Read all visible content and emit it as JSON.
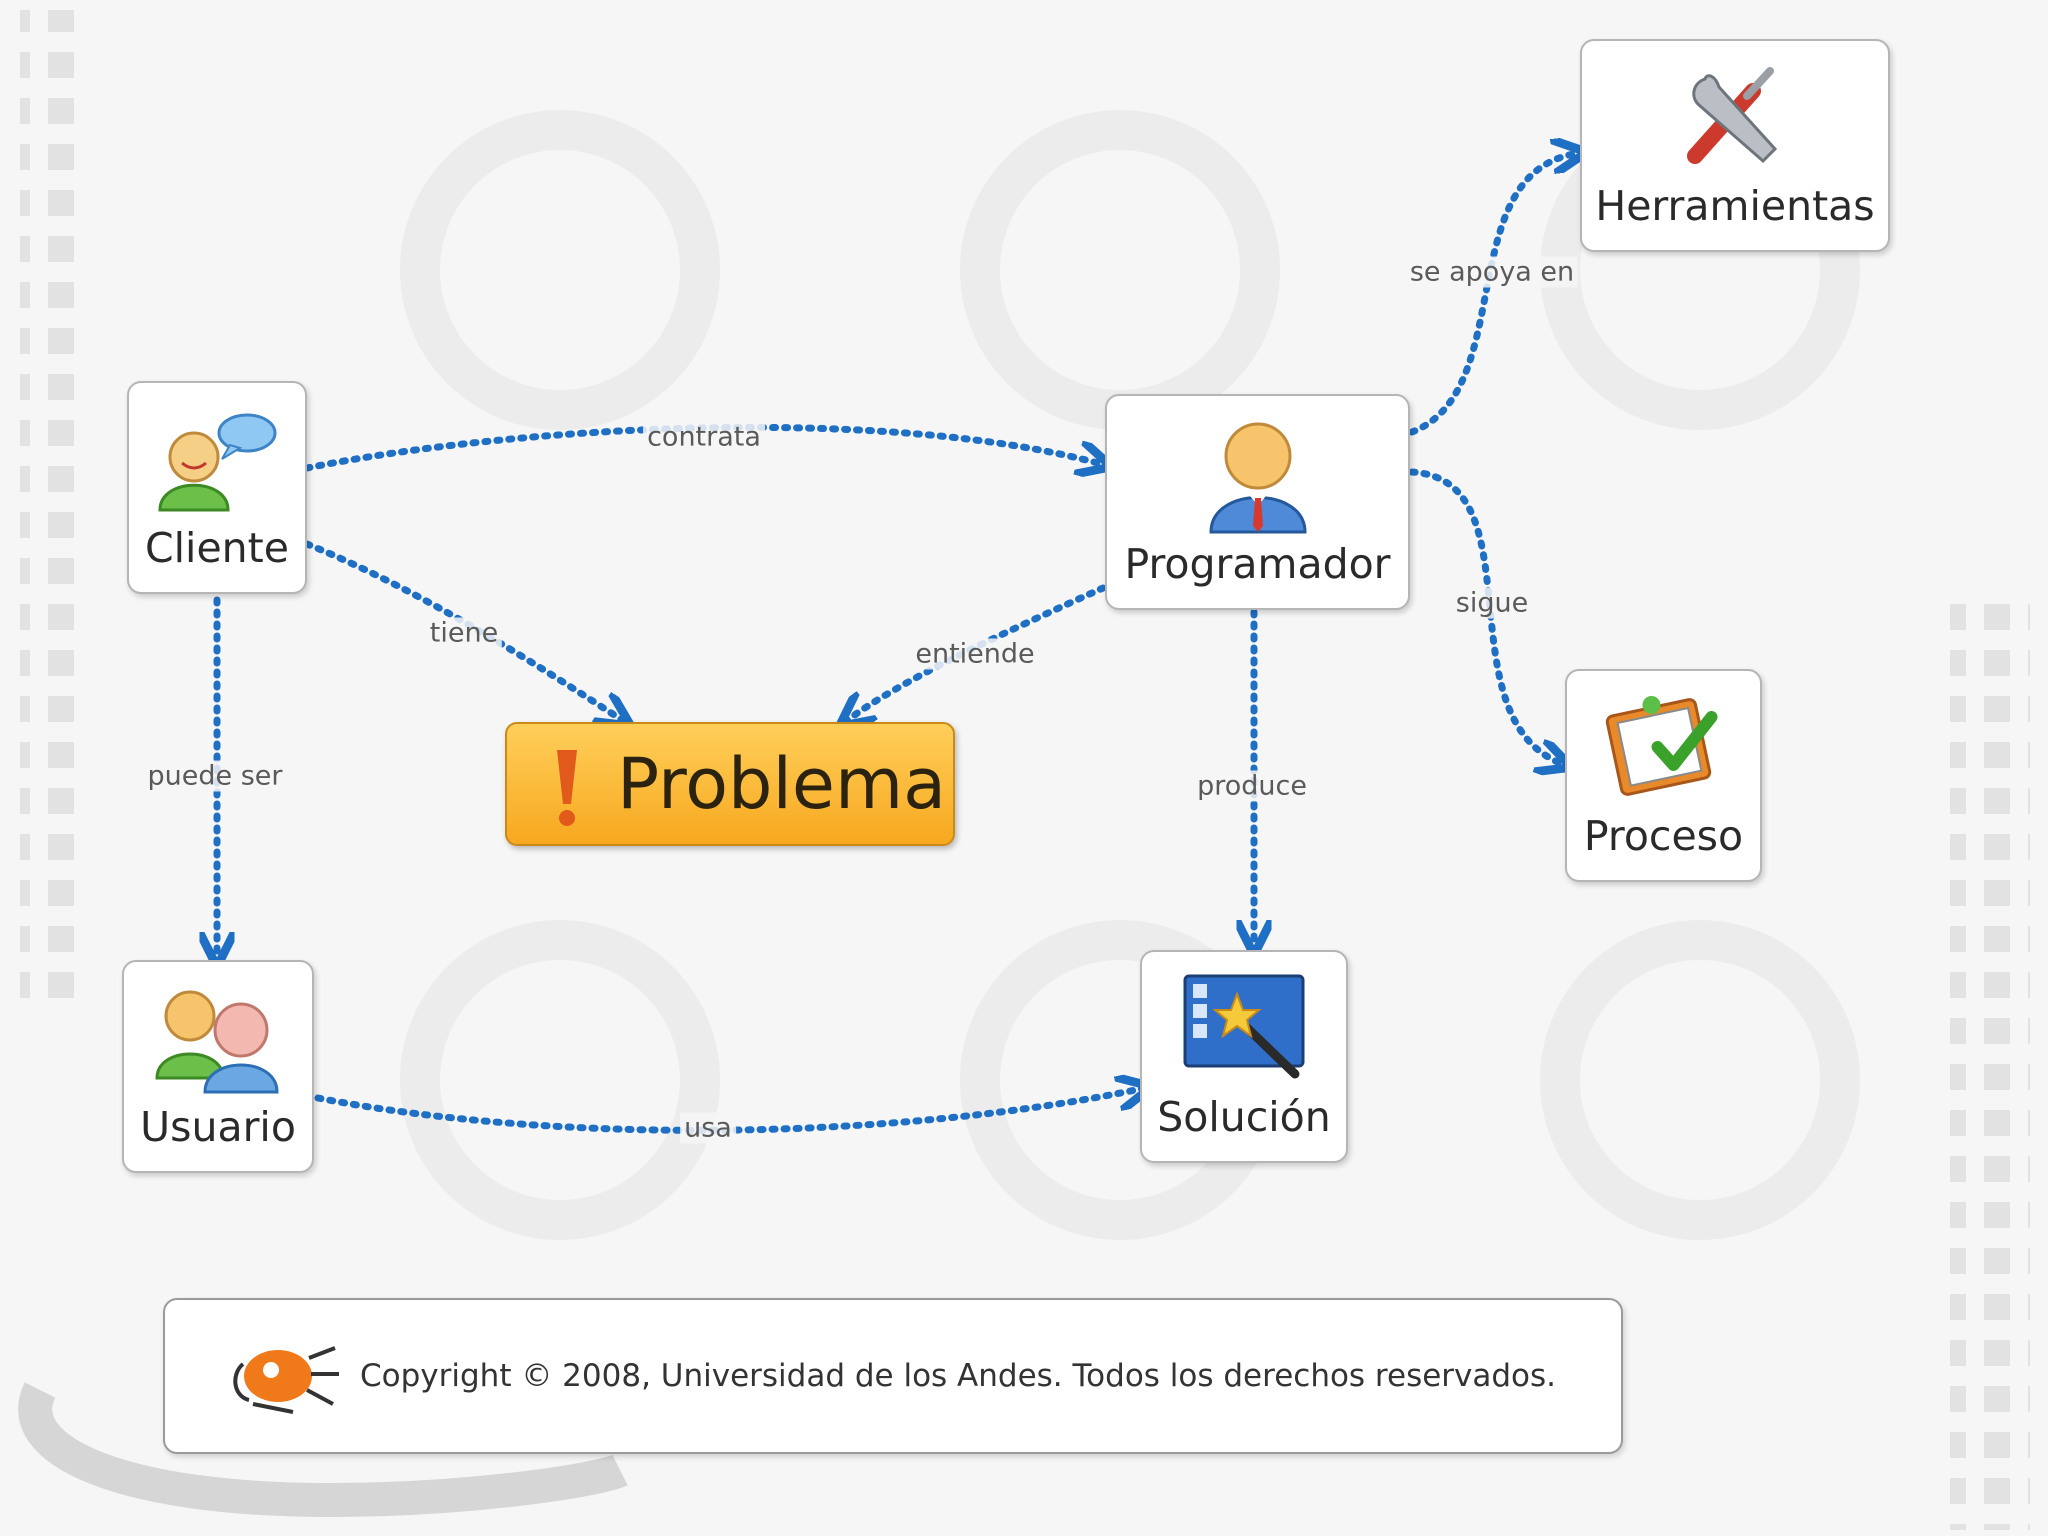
{
  "nodes": {
    "cliente": {
      "label": "Cliente",
      "icon": "client-user-icon"
    },
    "programador": {
      "label": "Programador",
      "icon": "programmer-user-icon"
    },
    "herramientas": {
      "label": "Herramientas",
      "icon": "tools-icon"
    },
    "proceso": {
      "label": "Proceso",
      "icon": "checklist-icon"
    },
    "problema": {
      "label": "Problema",
      "icon": "exclamation-icon"
    },
    "usuario": {
      "label": "Usuario",
      "icon": "users-group-icon"
    },
    "solucion": {
      "label": "Solución",
      "icon": "magic-wand-window-icon"
    }
  },
  "edges": {
    "contrata": "contrata",
    "tiene": "tiene",
    "entiende": "entiende",
    "puede_ser": "puede ser",
    "produce": "produce",
    "se_apoya_en": "se apoya en",
    "sigue": "sigue",
    "usa": "usa"
  },
  "footer": {
    "copyright": "Copyright © 2008, Universidad de los Andes. Todos los derechos reservados.",
    "logo": "university-mascot-logo"
  },
  "colors": {
    "connector": "#1f6fc4",
    "problem_fill": "#f9b63a",
    "node_border": "#b5b5b5"
  }
}
